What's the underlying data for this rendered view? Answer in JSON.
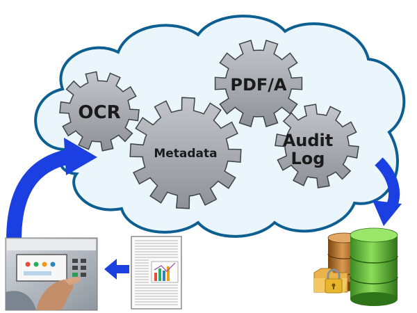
{
  "colors": {
    "cloud_fill": "#eaf6fb",
    "cloud_stroke": "#0d5f92",
    "gear_fill": "#a7aab0",
    "gear_stroke": "#3d4247",
    "arrow": "#1b3fe0",
    "db_green": "#5fb83a",
    "db_brown": "#b5732d",
    "lock": "#e7b62c"
  },
  "gears": {
    "ocr": "OCR",
    "pdfa": "PDF/A",
    "metadata": "Metadata",
    "audit_line1": "Audit",
    "audit_line2": "Log"
  },
  "icons": {
    "scanner": "multifunction-printer-panel",
    "document": "scanned-document-with-chart",
    "storage": "database-with-lock-and-folder"
  }
}
